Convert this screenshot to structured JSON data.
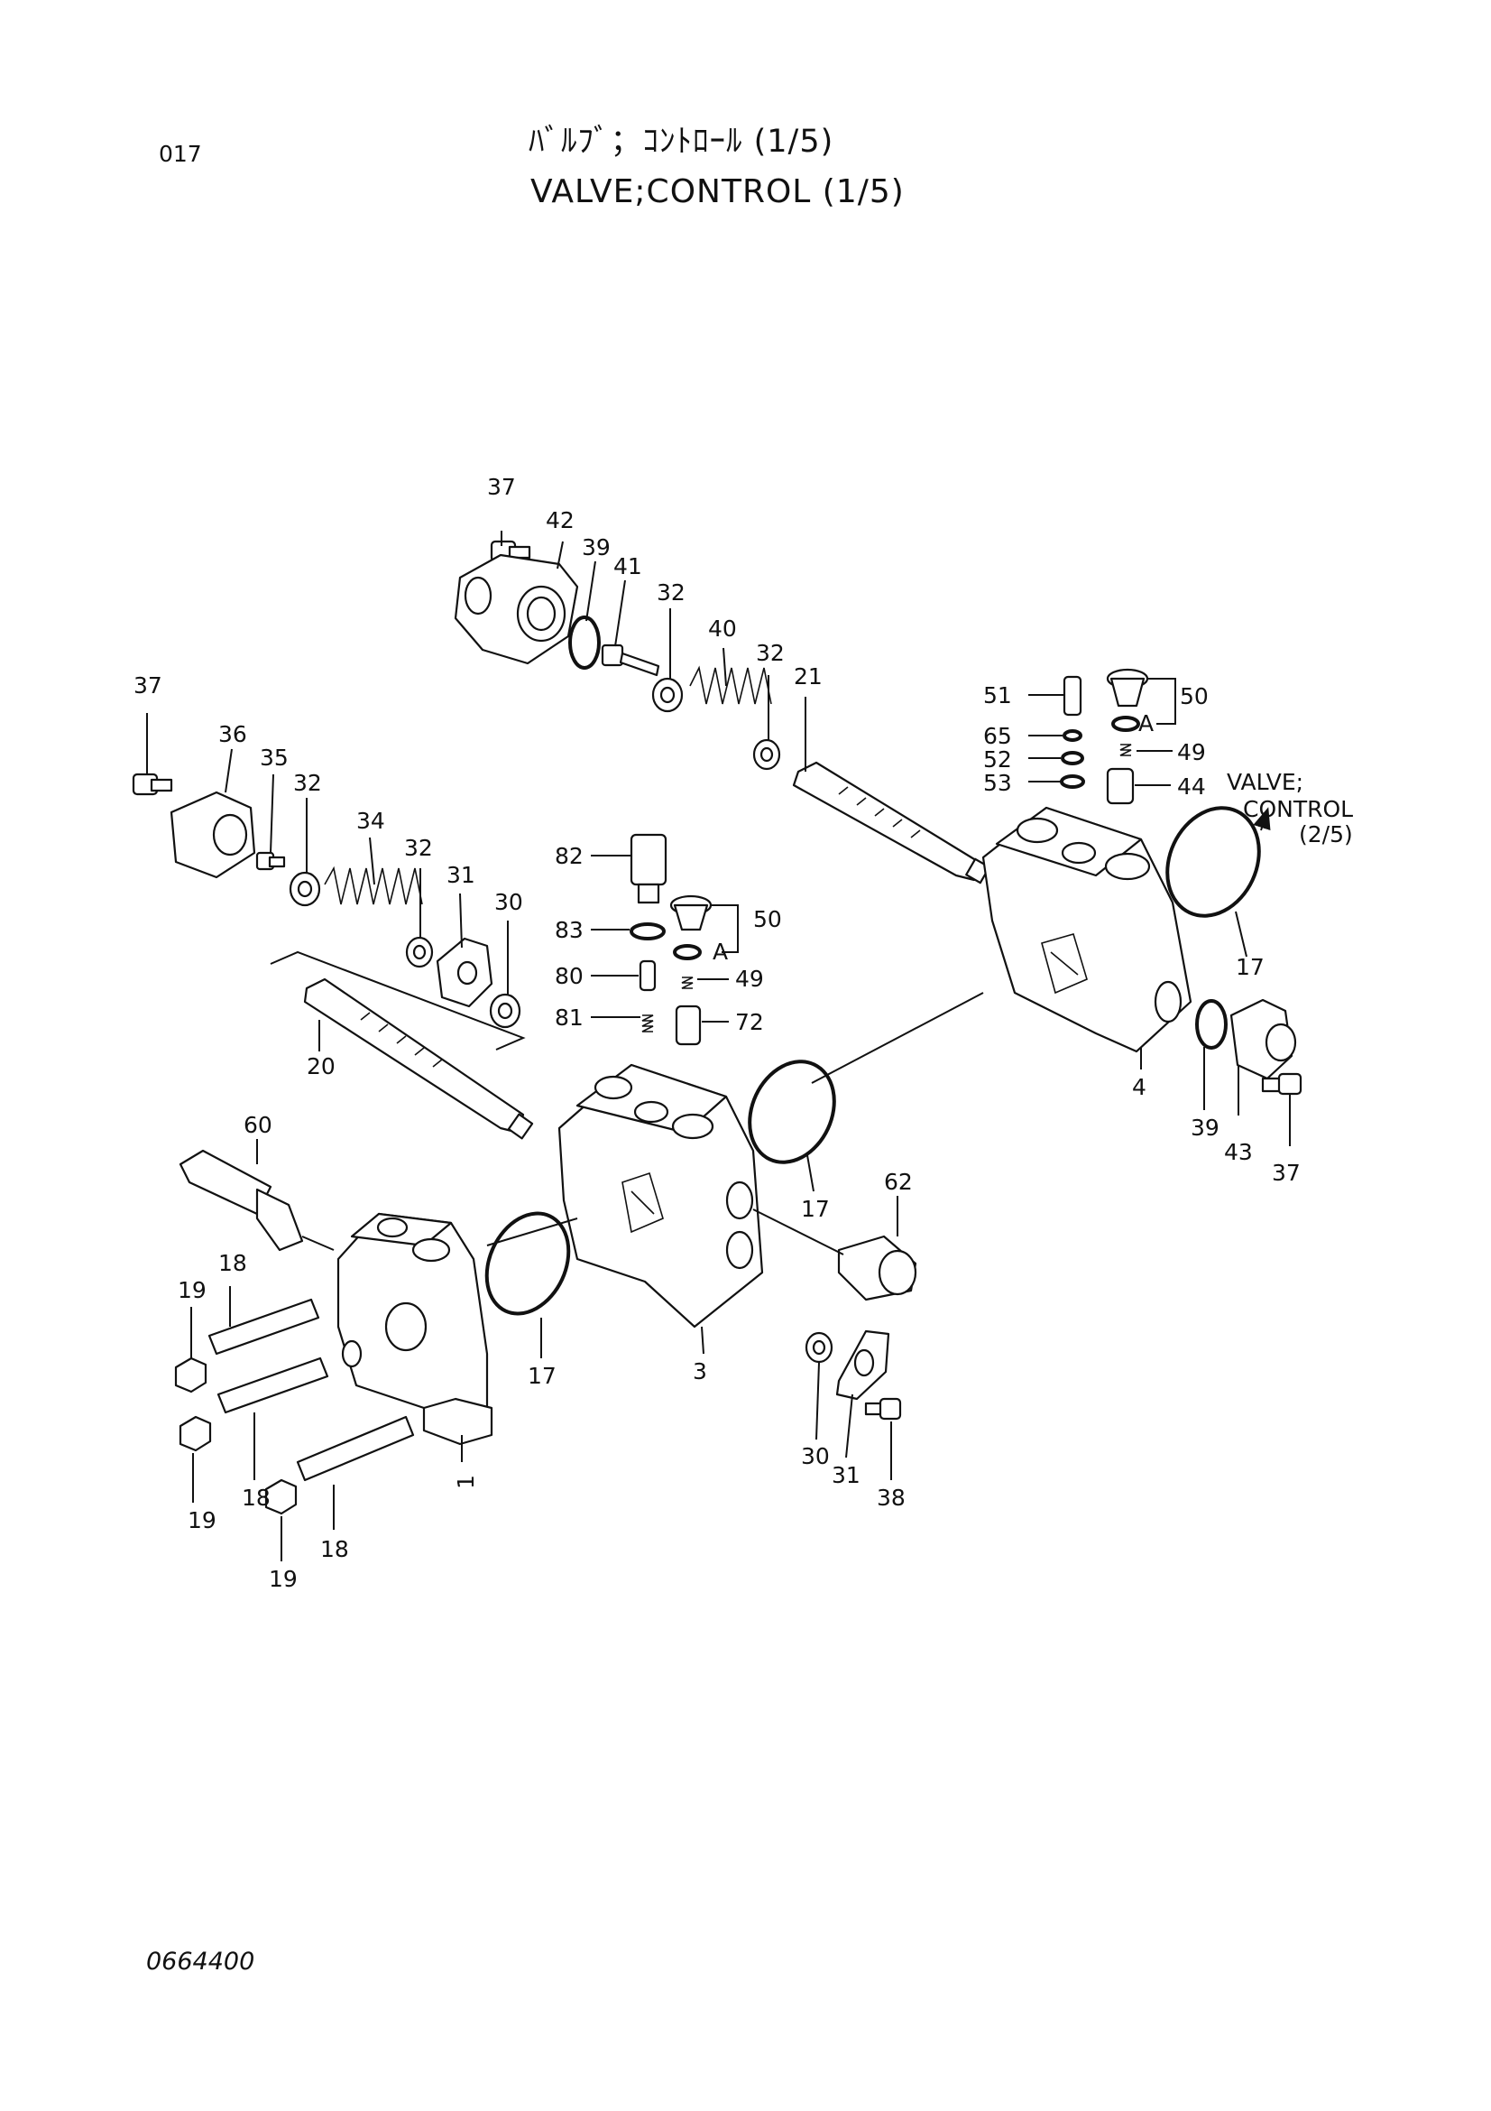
{
  "header": {
    "page_number": "017",
    "title_jp": "ﾊﾞﾙﾌﾞ；ｺﾝﾄﾛｰﾙ (1/5)",
    "title_en": "VALVE;CONTROL (1/5)"
  },
  "footer": {
    "doc_code": "0664400"
  },
  "callouts": {
    "c1": "1",
    "c3": "3",
    "c4": "4",
    "c17a": "17",
    "c17b": "17",
    "c17c": "17",
    "c18a": "18",
    "c18b": "18",
    "c18c": "18",
    "c19a": "19",
    "c19b": "19",
    "c19c": "19",
    "c20": "20",
    "c21": "21",
    "c30a": "30",
    "c30b": "30",
    "c31a": "31",
    "c31b": "31",
    "c32a": "32",
    "c32b": "32",
    "c32c": "32",
    "c32d": "32",
    "c34": "34",
    "c35": "35",
    "c36": "36",
    "c37a": "37",
    "c37b": "37",
    "c37c": "37",
    "c38": "38",
    "c39a": "39",
    "c39b": "39",
    "c40": "40",
    "c41": "41",
    "c42": "42",
    "c43": "43",
    "c44": "44",
    "c49a": "49",
    "c49b": "49",
    "c50a": "50",
    "c50b": "50",
    "c51": "51",
    "c52": "52",
    "c53": "53",
    "c60": "60",
    "c62": "62",
    "c65": "65",
    "c72": "72",
    "c80": "80",
    "c81": "81",
    "c82": "82",
    "c83": "83",
    "refA1": "A",
    "refA2": "A"
  },
  "cross_ref": {
    "line1": "VALVE;",
    "line2": "CONTROL",
    "line3": "(2/5)"
  }
}
